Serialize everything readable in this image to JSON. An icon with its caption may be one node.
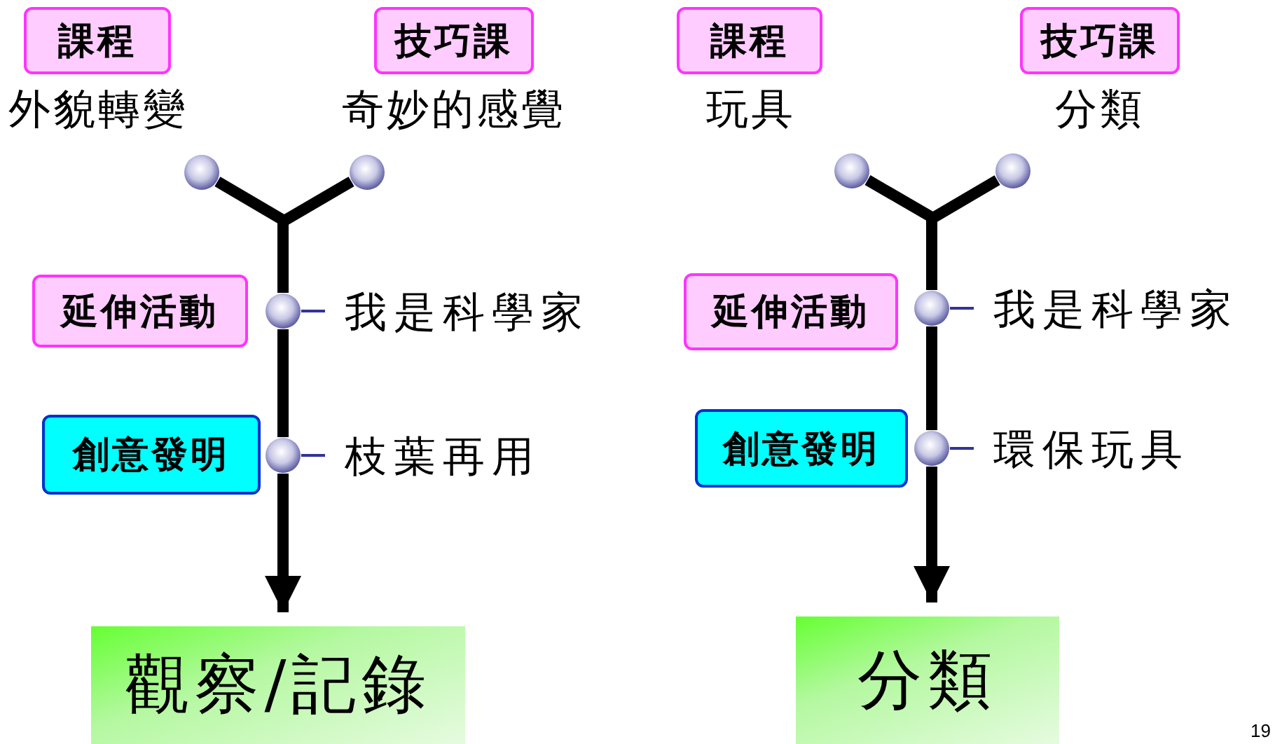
{
  "diagram": {
    "nodes": [
      {
        "text": [
          "課程"
        ],
        "beside": [
          "外貌轉變"
        ]
      },
      {
        "text": [
          "技巧課"
        ],
        "beside": [
          "奇妙的感覺"
        ]
      },
      {
        "text": [],
        "shape": "circle"
      },
      {
        "text": [],
        "shape": "circle"
      },
      {
        "text": [
          "延伸活動"
        ]
      },
      {
        "text": [],
        "shape": "circle"
      },
      {
        "text": [
          "我是科學家"
        ]
      },
      {
        "text": [
          "創意發明"
        ]
      },
      {
        "text": [],
        "shape": "circle"
      },
      {
        "text": [
          "枝葉再用"
        ]
      },
      {
        "text": [
          "觀察/記錄"
        ]
      },
      {
        "text": [
          "課程"
        ],
        "beside": [
          "玩具"
        ]
      },
      {
        "text": [
          "技巧課"
        ],
        "beside": [
          "分類"
        ]
      },
      {
        "text": [],
        "shape": "circle"
      },
      {
        "text": [],
        "shape": "circle"
      },
      {
        "text": [
          "延伸活動"
        ]
      },
      {
        "text": [],
        "shape": "circle"
      },
      {
        "text": [
          "我是科學家"
        ]
      },
      {
        "text": [
          "創意發明"
        ]
      },
      {
        "text": [],
        "shape": "circle"
      },
      {
        "text": [
          "環保玩具"
        ]
      },
      {
        "text": [
          "分類"
        ]
      }
    ],
    "edges": [
      {
        "from": 2,
        "to": 5,
        "arrow": "none"
      },
      {
        "from": 3,
        "to": 5,
        "arrow": "none"
      },
      {
        "from": 5,
        "to": 8,
        "arrow": "none"
      },
      {
        "from": 8,
        "to": 10,
        "arrow": "to"
      },
      {
        "from": 5,
        "to": 6,
        "arrow": "none",
        "color": "#333399"
      },
      {
        "from": 8,
        "to": 9,
        "arrow": "none",
        "color": "#333399"
      },
      {
        "from": 13,
        "to": 16,
        "arrow": "none"
      },
      {
        "from": 14,
        "to": 16,
        "arrow": "none"
      },
      {
        "from": 16,
        "to": 19,
        "arrow": "none"
      },
      {
        "from": 19,
        "to": 21,
        "arrow": "to"
      },
      {
        "from": 16,
        "to": 17,
        "arrow": "none",
        "color": "#333399"
      },
      {
        "from": 19,
        "to": 20,
        "arrow": "none",
        "color": "#333399"
      }
    ],
    "labels": [
      "19"
    ]
  }
}
